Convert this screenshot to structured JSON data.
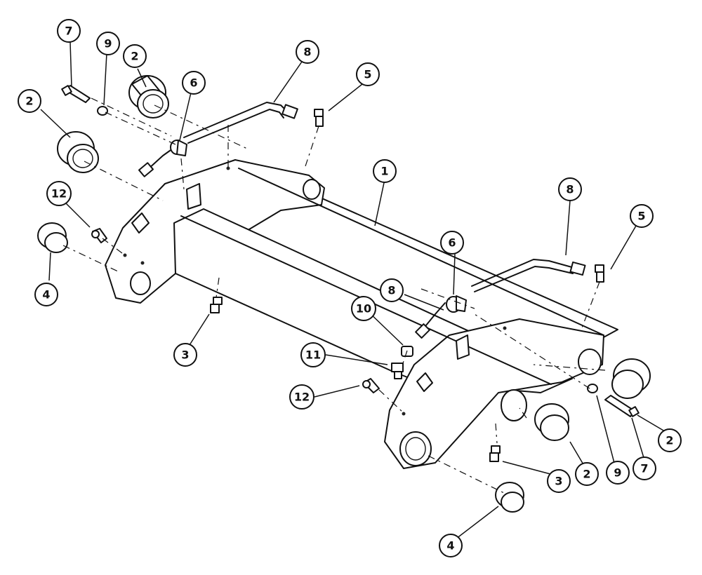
{
  "callouts": [
    {
      "id": "c1",
      "label": "1"
    },
    {
      "id": "c2a",
      "label": "2"
    },
    {
      "id": "c2b",
      "label": "2"
    },
    {
      "id": "c2c",
      "label": "2"
    },
    {
      "id": "c2d",
      "label": "2"
    },
    {
      "id": "c3a",
      "label": "3"
    },
    {
      "id": "c3b",
      "label": "3"
    },
    {
      "id": "c4a",
      "label": "4"
    },
    {
      "id": "c4b",
      "label": "4"
    },
    {
      "id": "c5a",
      "label": "5"
    },
    {
      "id": "c5b",
      "label": "5"
    },
    {
      "id": "c6a",
      "label": "6"
    },
    {
      "id": "c6b",
      "label": "6"
    },
    {
      "id": "c7a",
      "label": "7"
    },
    {
      "id": "c7b",
      "label": "7"
    },
    {
      "id": "c8a",
      "label": "8"
    },
    {
      "id": "c8b",
      "label": "8"
    },
    {
      "id": "c8c",
      "label": "8"
    },
    {
      "id": "c9a",
      "label": "9"
    },
    {
      "id": "c9b",
      "label": "9"
    },
    {
      "id": "c10",
      "label": "10"
    },
    {
      "id": "c11",
      "label": "11"
    },
    {
      "id": "c12a",
      "label": "12"
    },
    {
      "id": "c12b",
      "label": "12"
    }
  ]
}
